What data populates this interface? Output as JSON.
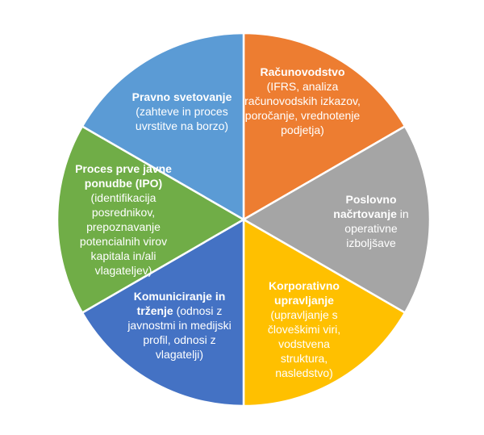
{
  "diagram": {
    "segments": [
      {
        "id": "racunovodstvo",
        "color": "#ED7D31",
        "title": "Računovodstvo",
        "body": "(IFRS, analiza računovodskih izkazov, poročanje, vrednotenje podjetja)"
      },
      {
        "id": "poslovno-nacrtovanje",
        "color": "#A5A5A5",
        "title": "Poslovno načrtovanje",
        "body": "in operativne izboljšave"
      },
      {
        "id": "korporativno-upravljanje",
        "color": "#FFC000",
        "title": "Korporativno upravljanje",
        "body": "(upravljanje s človeškimi viri, vodstvena struktura, nasledstvo)"
      },
      {
        "id": "komuniciranje",
        "color": "#4472C4",
        "title": "Komuniciranje in trženje",
        "body": "(odnosi z javnostmi in medijski profil, odnosi z vlagatelji)"
      },
      {
        "id": "ipo",
        "color": "#70AD47",
        "title": "Proces prve javne ponudbe (IPO)",
        "body": "(identifikacija posrednikov, prepoznavanje potencialnih virov kapitala in/ali vlagateljev)"
      },
      {
        "id": "pravno-svetovanje",
        "color": "#5B9BD5",
        "title": "Pravno svetovanje",
        "body": "(zahteve in proces uvrstitve na borzo)"
      }
    ]
  }
}
